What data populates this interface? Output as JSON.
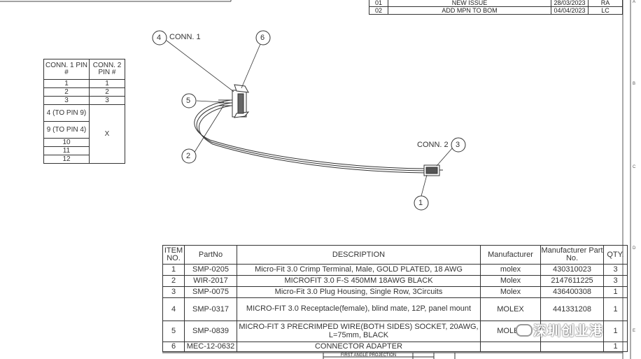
{
  "revisions": [
    {
      "rev": "01",
      "desc": "NEW ISSUE",
      "date": "28/03/2023",
      "by": "RA"
    },
    {
      "rev": "02",
      "desc": "ADD MPN TO BOM",
      "date": "04/04/2023",
      "by": "LC"
    }
  ],
  "pin_table": {
    "headers": [
      "CONN. 1 PIN #",
      "CONN. 2 PIN #"
    ],
    "rows": [
      [
        "1",
        "1"
      ],
      [
        "2",
        "2"
      ],
      [
        "3",
        "3"
      ]
    ],
    "lower_left": [
      "4 (TO PIN 9)",
      "9 (TO PIN 4)",
      "10",
      "11",
      "12"
    ],
    "lower_right": "X"
  },
  "drawing": {
    "conn1_label": "CONN. 1",
    "conn2_label": "CONN. 2",
    "balloons": [
      "1",
      "2",
      "3",
      "4",
      "5",
      "6"
    ]
  },
  "bom": {
    "headers": [
      "ITEM NO.",
      "PartNo",
      "DESCRIPTION",
      "Manufacturer",
      "Manufacturer Part No.",
      "QTY."
    ],
    "rows": [
      [
        "1",
        "SMP-0205",
        "Micro-Fit 3.0 Crimp Terminal, Male, GOLD PLATED, 18 AWG",
        "molex",
        "430310023",
        "3"
      ],
      [
        "2",
        "WIR-2017",
        "MICROFIT 3.0 F-S 450MM 18AWG BLACK",
        "Molex",
        "2147611225",
        "3"
      ],
      [
        "3",
        "SMP-0075",
        "Micro-Fit 3.0 Plug Housing, Single Row, 3Circuits",
        "Molex",
        "436400308",
        "1"
      ],
      [
        "4",
        "SMP-0317",
        "MICRO-FIT 3.0 Receptacle(female), blind mate, 12P, panel mount",
        "MOLEX",
        "441331208",
        "1"
      ],
      [
        "5",
        "SMP-0839",
        "MICRO-FIT 3 PRECRIMPED WIRE(BOTH SIDES) SOCKET, 20AWG, L=75mm, BLACK",
        "MOLEX",
        "",
        "1"
      ],
      [
        "6",
        "MEC-12-0632",
        "CONNECTOR ADAPTER",
        "",
        "",
        "1"
      ]
    ]
  },
  "title_block": {
    "projection": "FIRST ANGLE PROJECTION"
  },
  "border_letters": [
    "A",
    "B",
    "C",
    "D",
    "E"
  ],
  "watermark": "深圳创业港"
}
